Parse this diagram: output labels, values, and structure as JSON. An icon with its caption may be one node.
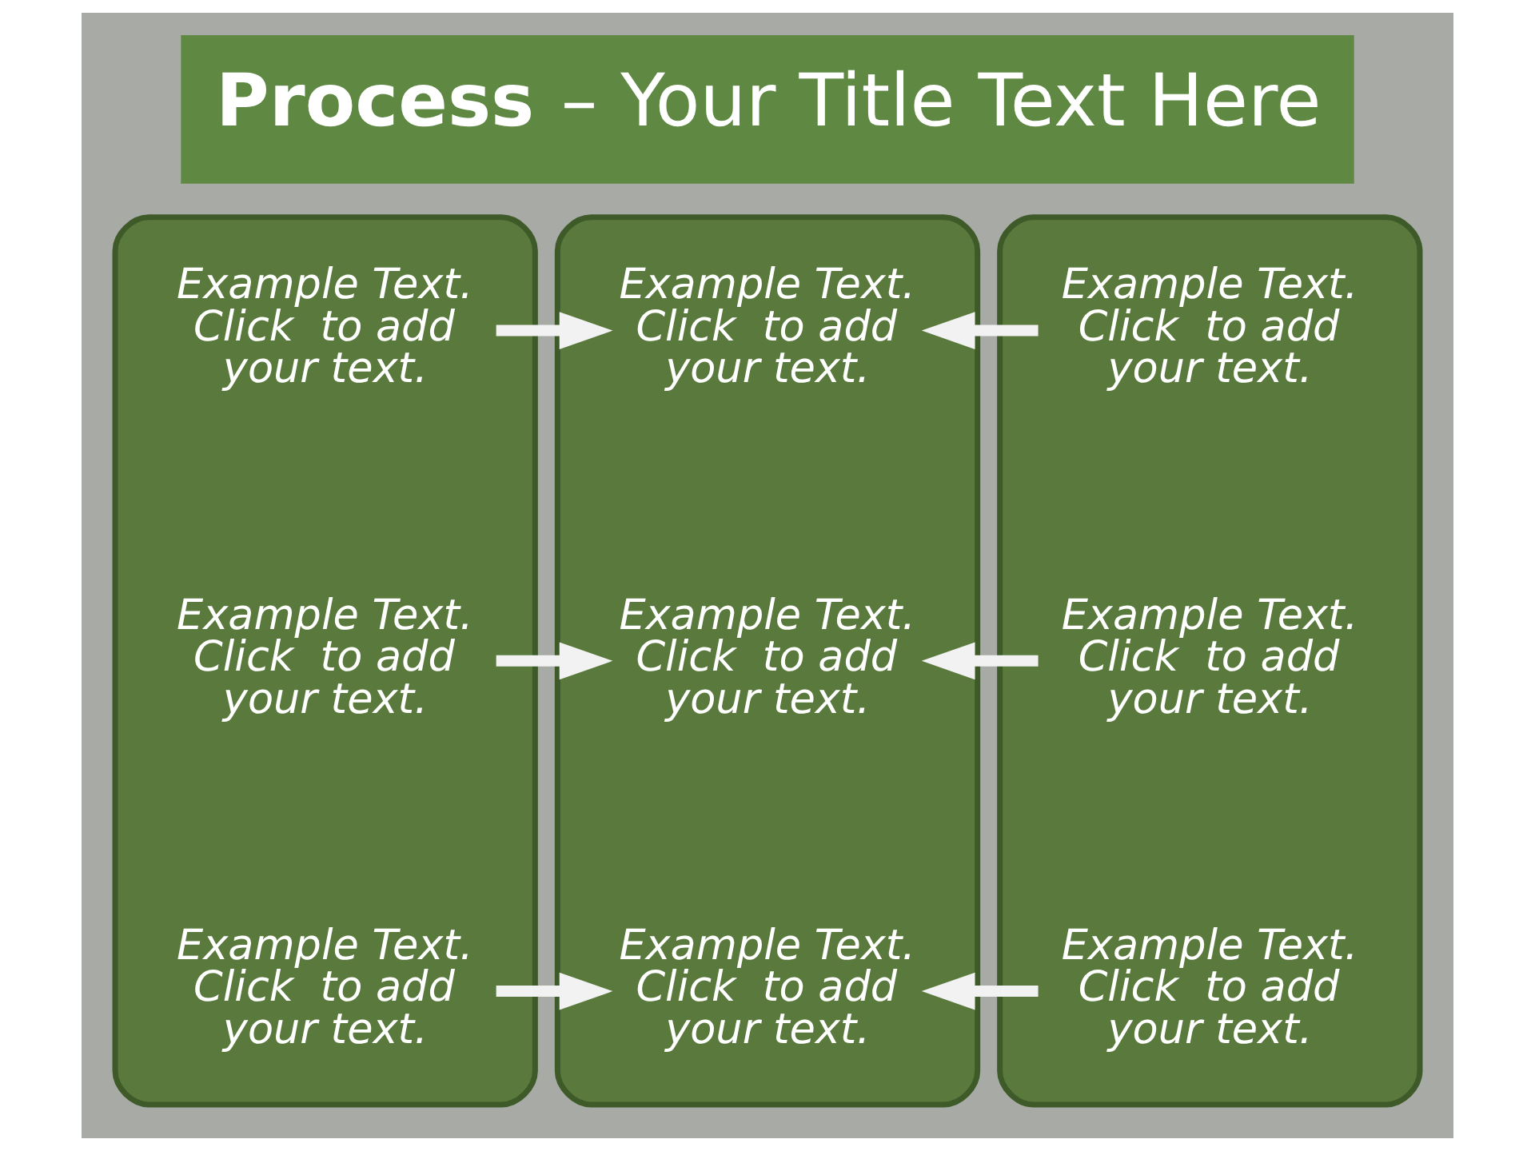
{
  "diagram": {
    "title": "**Process** – Your Title Text Here",
    "nodes": [
      {
        "text": [],
        "shape": "box"
      },
      {
        "text": [
          "Example Text. Click  to add your text."
        ],
        "in": 0
      },
      {
        "text": [
          "Example Text. Click  to add your text."
        ],
        "in": 0
      },
      {
        "text": [
          "Example Text. Click  to add your text."
        ],
        "in": 0
      },
      {
        "text": [],
        "shape": "box"
      },
      {
        "text": [
          "Example Text. Click  to add your text."
        ],
        "in": 4
      },
      {
        "text": [
          "Example Text. Click  to add your text."
        ],
        "in": 4
      },
      {
        "text": [
          "Example Text. Click  to add your text."
        ],
        "in": 4
      },
      {
        "text": [],
        "shape": "box"
      },
      {
        "text": [
          "Example Text. Click  to add your text."
        ],
        "in": 8
      },
      {
        "text": [
          "Example Text. Click  to add your text."
        ],
        "in": 8
      },
      {
        "text": [
          "Example Text. Click  to add your text."
        ],
        "in": 8
      }
    ],
    "edges": [
      {
        "from": 1,
        "to": 5,
        "arrow": "to"
      },
      {
        "from": 2,
        "to": 6,
        "arrow": "to"
      },
      {
        "from": 3,
        "to": 7,
        "arrow": "to"
      },
      {
        "from": 9,
        "to": 5,
        "arrow": "to"
      },
      {
        "from": 10,
        "to": 6,
        "arrow": "to"
      },
      {
        "from": 11,
        "to": 7,
        "arrow": "to"
      }
    ]
  }
}
